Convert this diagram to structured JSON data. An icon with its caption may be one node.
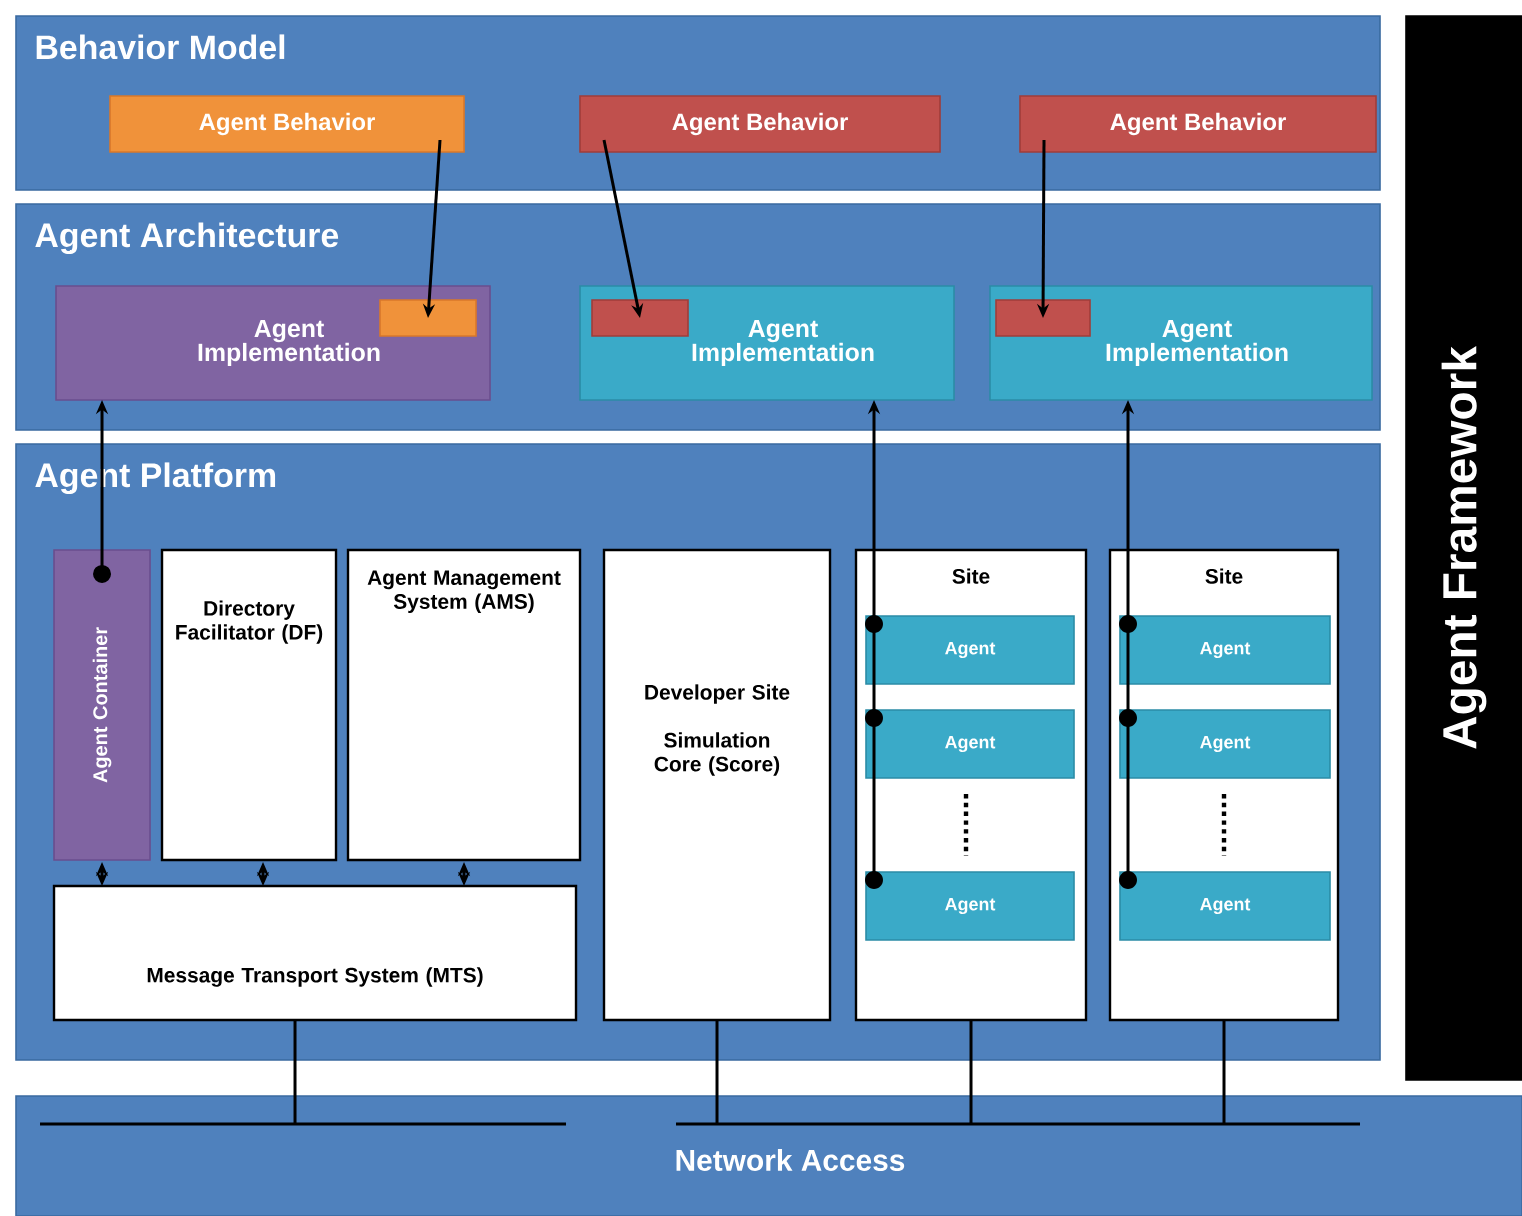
{
  "diagram": {
    "nodes": [
      {
        "text": [
          "Behavior Model"
        ]
      },
      {
        "text": [
          "Agent Behavior"
        ],
        "in": 0
      },
      {
        "text": [
          "Agent Behavior"
        ],
        "in": 0
      },
      {
        "text": [
          "Agent Behavior"
        ],
        "in": 0
      },
      {
        "text": [
          "Agent Architecture"
        ]
      },
      {
        "text": [
          "Agent Implementation"
        ],
        "in": 4
      },
      {
        "text": [],
        "shape": "box",
        "in": 5
      },
      {
        "text": [
          "Agent Implementation"
        ],
        "in": 4
      },
      {
        "text": [],
        "shape": "box",
        "in": 7
      },
      {
        "text": [
          "Agent Implementation"
        ],
        "in": 4
      },
      {
        "text": [],
        "shape": "box",
        "in": 9
      },
      {
        "text": [
          "Agent Platform"
        ]
      },
      {
        "text": [
          "Agent Container"
        ],
        "in": 11
      },
      {
        "text": [
          "Directory Facilitator (DF)"
        ],
        "in": 11
      },
      {
        "text": [
          "Agent Management System (AMS)"
        ],
        "in": 11
      },
      {
        "text": [
          "Developer Site",
          "Simulation Core (Score)"
        ],
        "in": 11
      },
      {
        "text": [
          "Site"
        ],
        "in": 11
      },
      {
        "text": [
          "Agent"
        ],
        "in": 16
      },
      {
        "text": [
          "Agent"
        ],
        "in": 16
      },
      {
        "text": [
          "Agent"
        ],
        "in": 16
      },
      {
        "text": [
          "Site"
        ],
        "in": 11
      },
      {
        "text": [
          "Agent"
        ],
        "in": 20
      },
      {
        "text": [
          "Agent"
        ],
        "in": 20
      },
      {
        "text": [
          "Agent"
        ],
        "in": 20
      },
      {
        "text": [
          "Message Transport System (MTS)"
        ],
        "in": 11
      },
      {
        "text": [
          "Network Access"
        ]
      },
      {
        "text": [
          "Agent Framework"
        ]
      }
    ],
    "edges": [
      {
        "from": 1,
        "to": 6,
        "arrow": "to"
      },
      {
        "from": 2,
        "to": 8,
        "arrow": "to"
      },
      {
        "from": 3,
        "to": 10,
        "arrow": "to"
      },
      {
        "from": 12,
        "to": 5,
        "arrow": "to"
      },
      {
        "from": 17,
        "to": 7,
        "arrow": "to"
      },
      {
        "from": 18,
        "to": 7,
        "arrow": "to"
      },
      {
        "from": 19,
        "to": 7,
        "arrow": "to"
      },
      {
        "from": 21,
        "to": 9,
        "arrow": "to"
      },
      {
        "from": 22,
        "to": 9,
        "arrow": "to"
      },
      {
        "from": 23,
        "to": 9,
        "arrow": "to"
      },
      {
        "from": 12,
        "to": 24,
        "arrow": "both"
      },
      {
        "from": 13,
        "to": 24,
        "arrow": "both"
      },
      {
        "from": 14,
        "to": 24,
        "arrow": "both"
      },
      {
        "from": 24,
        "to": 25,
        "arrow": "none"
      },
      {
        "from": 15,
        "to": 25,
        "arrow": "none"
      },
      {
        "from": 16,
        "to": 25,
        "arrow": "none"
      },
      {
        "from": 20,
        "to": 25,
        "arrow": "none"
      }
    ]
  }
}
